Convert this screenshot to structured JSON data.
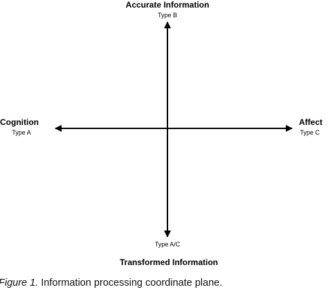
{
  "diagram": {
    "top": {
      "title": "Accurate Information",
      "type": "Type B"
    },
    "left": {
      "title": "Cognition",
      "type": "Type A"
    },
    "right": {
      "title": "Affect",
      "type": "Type C"
    },
    "bottom": {
      "title": "Transformed Information",
      "type": "Type A/C"
    },
    "line_color": "#000000"
  },
  "caption": {
    "figure_label": "Figure 1.",
    "text": " Information processing coordinate plane."
  }
}
